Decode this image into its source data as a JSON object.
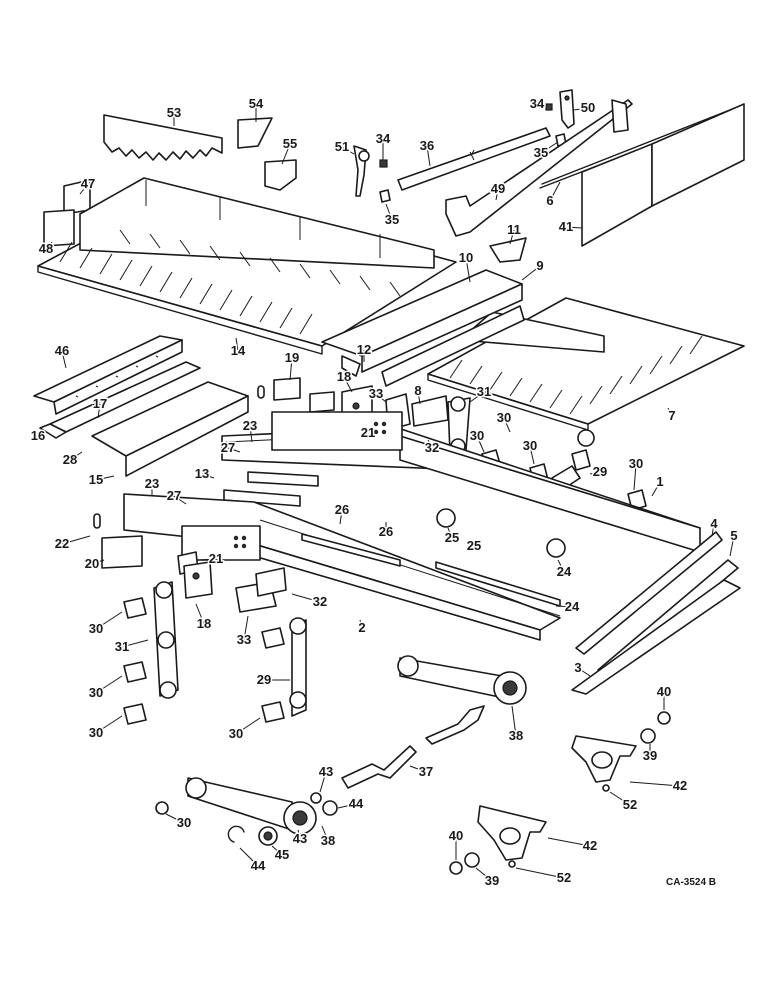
{
  "figure_code": "CA-3524 B",
  "callouts": [
    {
      "text": "53"
    },
    {
      "text": "54"
    },
    {
      "text": "55"
    },
    {
      "text": "34"
    },
    {
      "text": "51"
    },
    {
      "text": "36"
    },
    {
      "text": "35"
    },
    {
      "text": "34"
    },
    {
      "text": "50"
    },
    {
      "text": "35"
    },
    {
      "text": "49"
    },
    {
      "text": "6"
    },
    {
      "text": "41"
    },
    {
      "text": "47"
    },
    {
      "text": "48"
    },
    {
      "text": "11"
    },
    {
      "text": "10"
    },
    {
      "text": "9"
    },
    {
      "text": "14"
    },
    {
      "text": "12"
    },
    {
      "text": "46"
    },
    {
      "text": "19"
    },
    {
      "text": "18"
    },
    {
      "text": "33"
    },
    {
      "text": "8"
    },
    {
      "text": "31"
    },
    {
      "text": "30"
    },
    {
      "text": "7"
    },
    {
      "text": "17"
    },
    {
      "text": "16"
    },
    {
      "text": "28"
    },
    {
      "text": "23"
    },
    {
      "text": "21"
    },
    {
      "text": "32"
    },
    {
      "text": "30"
    },
    {
      "text": "27"
    },
    {
      "text": "30"
    },
    {
      "text": "29"
    },
    {
      "text": "30"
    },
    {
      "text": "15"
    },
    {
      "text": "13"
    },
    {
      "text": "1"
    },
    {
      "text": "23"
    },
    {
      "text": "27"
    },
    {
      "text": "26"
    },
    {
      "text": "26"
    },
    {
      "text": "25"
    },
    {
      "text": "25"
    },
    {
      "text": "4"
    },
    {
      "text": "5"
    },
    {
      "text": "22"
    },
    {
      "text": "20"
    },
    {
      "text": "21"
    },
    {
      "text": "24"
    },
    {
      "text": "24"
    },
    {
      "text": "18"
    },
    {
      "text": "32"
    },
    {
      "text": "2"
    },
    {
      "text": "33"
    },
    {
      "text": "30"
    },
    {
      "text": "31"
    },
    {
      "text": "3"
    },
    {
      "text": "30"
    },
    {
      "text": "29"
    },
    {
      "text": "30"
    },
    {
      "text": "30"
    },
    {
      "text": "40"
    },
    {
      "text": "38"
    },
    {
      "text": "39"
    },
    {
      "text": "43"
    },
    {
      "text": "37"
    },
    {
      "text": "42"
    },
    {
      "text": "44"
    },
    {
      "text": "52"
    },
    {
      "text": "30"
    },
    {
      "text": "43"
    },
    {
      "text": "38"
    },
    {
      "text": "45"
    },
    {
      "text": "44"
    },
    {
      "text": "42"
    },
    {
      "text": "40"
    },
    {
      "text": "39"
    },
    {
      "text": "52"
    }
  ]
}
